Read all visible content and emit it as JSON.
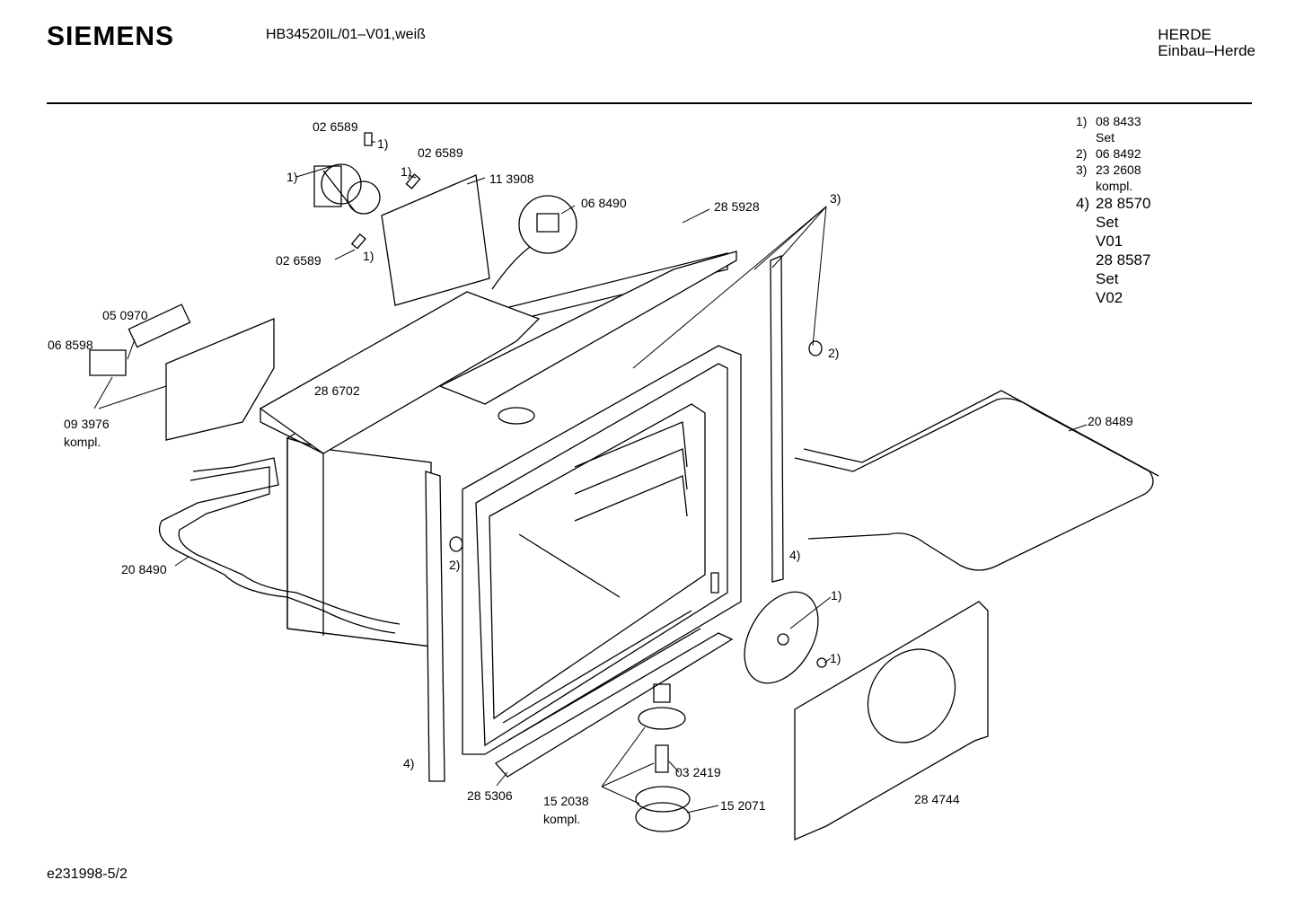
{
  "header": {
    "brand": "SIEMENS",
    "model": "HB34520IL/01–V01,weiß",
    "category": "HERDE",
    "subcategory": "Einbau–Herde"
  },
  "footer": {
    "doc_id": "e231998-5/2"
  },
  "legend": [
    {
      "key": "1)",
      "lines": [
        "08 8433",
        "Set"
      ],
      "big": false
    },
    {
      "key": "2)",
      "lines": [
        "06 8492"
      ],
      "big": false
    },
    {
      "key": "3)",
      "lines": [
        "23 2608",
        "kompl."
      ],
      "big": false
    },
    {
      "key": "4)",
      "lines": [
        "28 8570",
        "Set",
        "V01",
        "28 8587",
        "Set",
        "V02"
      ],
      "big": true
    }
  ],
  "labels": {
    "p026589_a": "02 6589",
    "p026589_b": "02 6589",
    "p026589_c": "02 6589",
    "p113908": "11 3908",
    "p068490": "06 8490",
    "p285928": "28 5928",
    "p050970": "05 0970",
    "p068598": "06 8598",
    "p093976": "09 3976",
    "kompl_a": "kompl.",
    "p286702": "28 6702",
    "p208489": "20 8489",
    "p208490": "20 8490",
    "p285306": "28 5306",
    "p152038": "15 2038",
    "kompl_b": "kompl.",
    "p032419": "03 2419",
    "p152071": "15 2071",
    "p284744": "28 4744",
    "r1_a": "1)",
    "r1_b": "1)",
    "r1_c": "1)",
    "r1_d": "1)",
    "r1_e": "1)",
    "r1_f": "1)",
    "r2_a": "2)",
    "r2_b": "2)",
    "r3": "3)",
    "r4_a": "4)",
    "r4_b": "4)"
  }
}
